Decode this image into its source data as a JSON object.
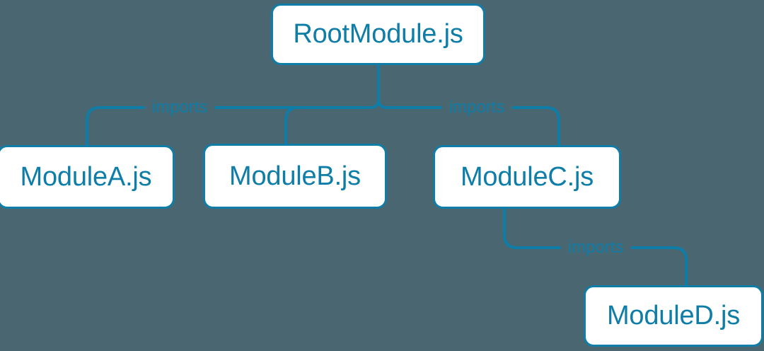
{
  "diagram": {
    "type": "module-dependency-tree",
    "background_color": "#4a6670",
    "accent_color": "#0e7da8",
    "node_fill_color": "#ffffff",
    "nodes": [
      {
        "id": "root",
        "label": "RootModule.js"
      },
      {
        "id": "a",
        "label": "ModuleA.js"
      },
      {
        "id": "b",
        "label": "ModuleB.js"
      },
      {
        "id": "c",
        "label": "ModuleC.js"
      },
      {
        "id": "d",
        "label": "ModuleD.js"
      }
    ],
    "edges": [
      {
        "from": "root",
        "to": "a",
        "label": "imports"
      },
      {
        "from": "root",
        "to": "b",
        "label": ""
      },
      {
        "from": "root",
        "to": "c",
        "label": "imports"
      },
      {
        "from": "c",
        "to": "d",
        "label": "imports"
      }
    ],
    "edge_labels": {
      "root_to_a": "imports",
      "root_to_c": "imports",
      "c_to_d": "imports"
    }
  }
}
